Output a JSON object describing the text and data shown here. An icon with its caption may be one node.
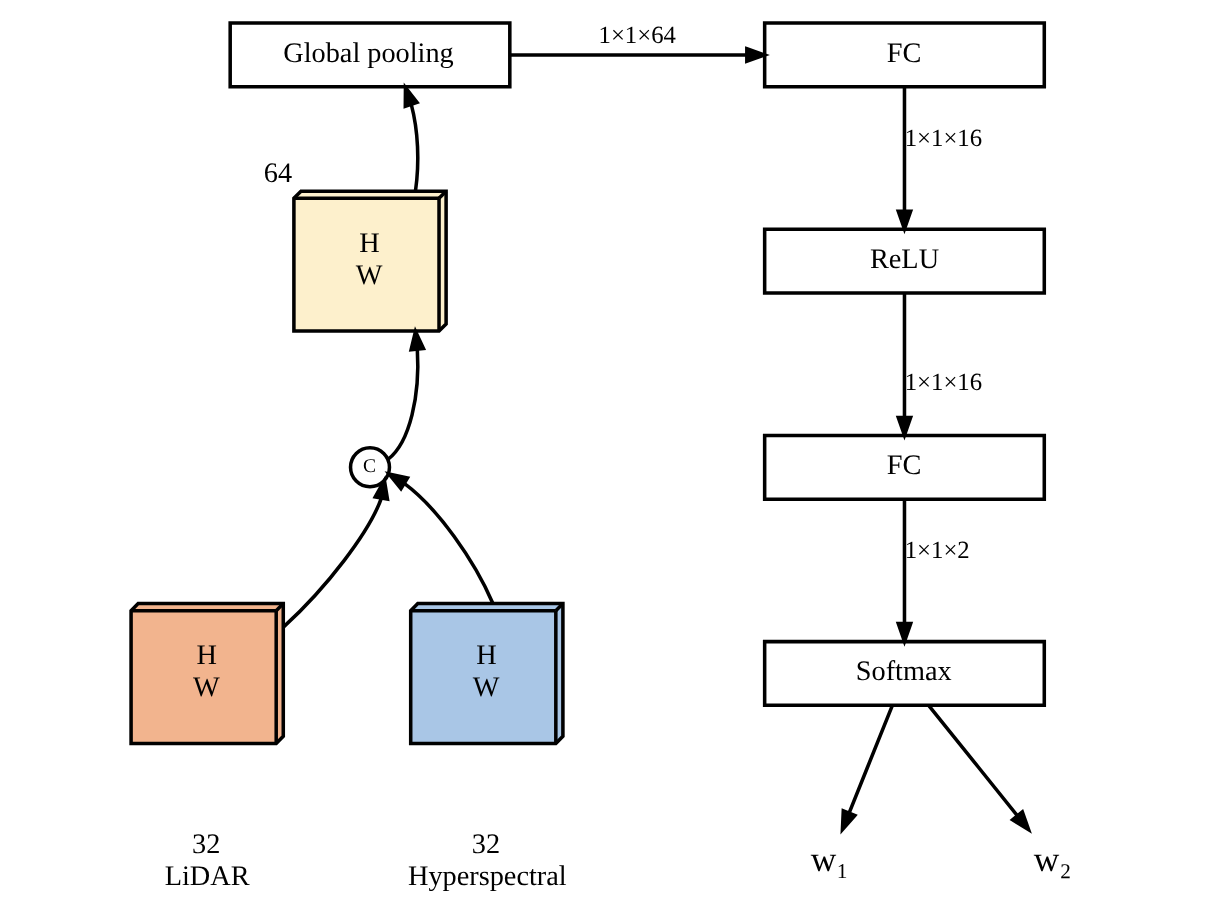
{
  "diagram": {
    "nodes": [
      {
        "text": [
          "Global pooling"
        ]
      },
      {
        "text": [
          "H",
          "W"
        ],
        "beside": [
          "64"
        ]
      },
      {
        "text": [
          "C"
        ]
      },
      {
        "text": [
          "H",
          "W"
        ],
        "beside": [
          "32",
          "LiDAR"
        ]
      },
      {
        "text": [
          "H",
          "W"
        ],
        "beside": [
          "32",
          "Hyperspectral"
        ]
      },
      {
        "text": [
          "FC"
        ]
      },
      {
        "text": [
          "ReLU"
        ]
      },
      {
        "text": [
          "FC"
        ]
      },
      {
        "text": [
          "Softmax"
        ]
      },
      {
        "text": [
          "w₁"
        ]
      },
      {
        "text": [
          "w₂"
        ]
      }
    ],
    "edges": [
      {
        "from": 3,
        "to": 2,
        "arrow": "to"
      },
      {
        "from": 4,
        "to": 2,
        "arrow": "to"
      },
      {
        "from": 2,
        "to": 1,
        "arrow": "to"
      },
      {
        "from": 1,
        "to": 0,
        "arrow": "to"
      },
      {
        "from": 0,
        "to": 5,
        "arrow": "to",
        "label": "1×1×64"
      },
      {
        "from": 5,
        "to": 6,
        "arrow": "to",
        "label": "1×1×16"
      },
      {
        "from": 6,
        "to": 7,
        "arrow": "to",
        "label": "1×1×16"
      },
      {
        "from": 7,
        "to": 8,
        "arrow": "to",
        "label": "1×1×2"
      },
      {
        "from": 8,
        "to": 9,
        "arrow": "to"
      },
      {
        "from": 8,
        "to": 10,
        "arrow": "to"
      }
    ]
  }
}
